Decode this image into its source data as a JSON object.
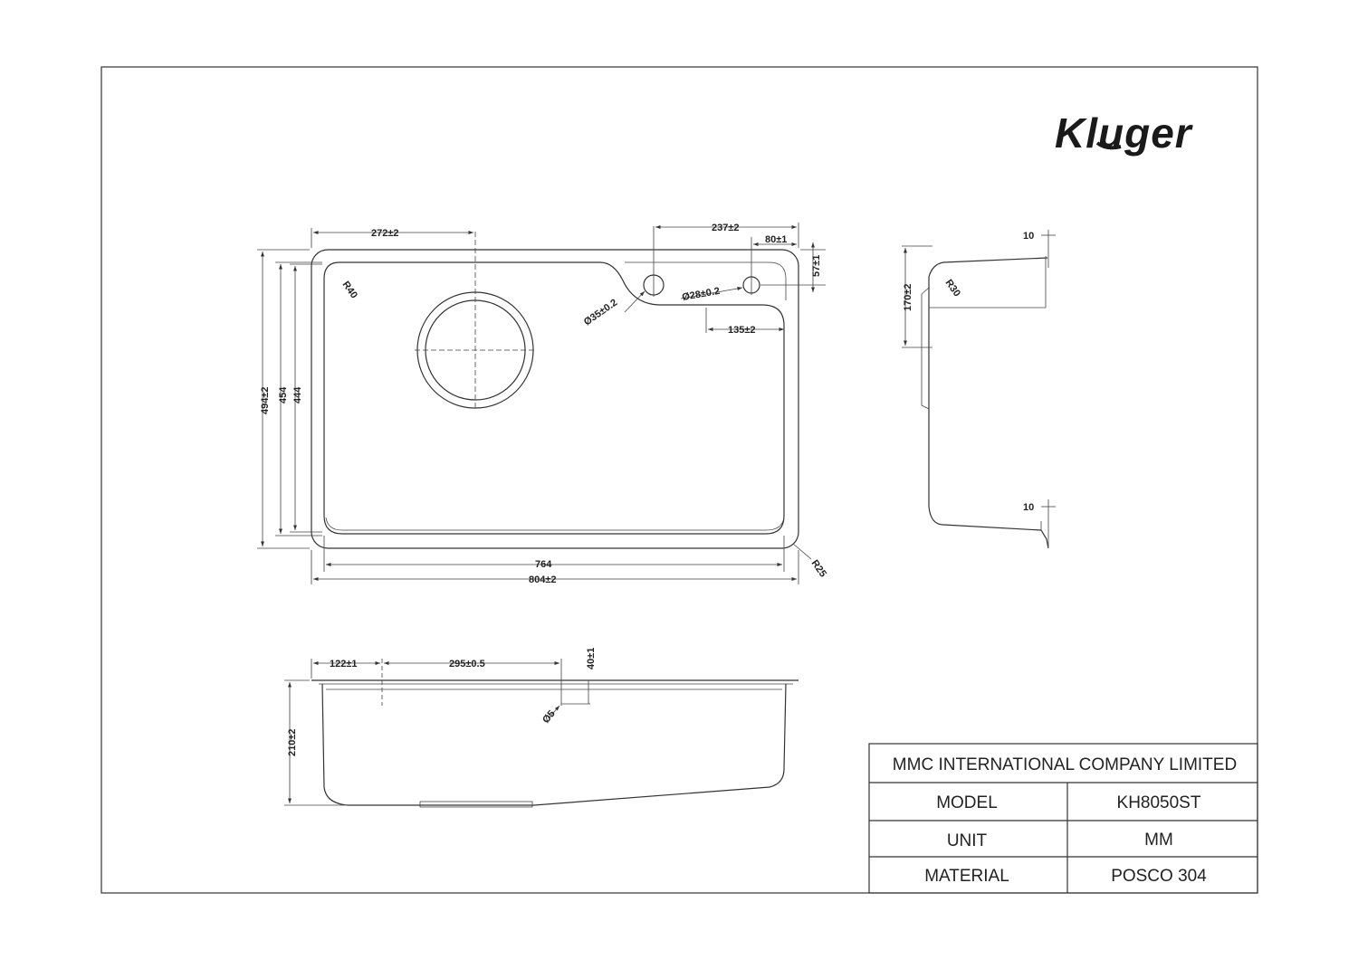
{
  "brand": {
    "name": "Kluger"
  },
  "top_view": {
    "dims": {
      "d272": "272±2",
      "d237": "237±2",
      "d80": "80±1",
      "d57": "57±1",
      "r40": "R40",
      "d35": "Ø35±0.2",
      "d28": "Ø28±0.2",
      "d135": "135±2",
      "d494": "494±2",
      "d454": "454",
      "d444": "444",
      "d764": "764",
      "d804": "804±2",
      "r25": "R25"
    }
  },
  "side_view": {
    "dims": {
      "d10_top": "10",
      "d170": "170±2",
      "r30": "R30",
      "d10_bottom": "10"
    }
  },
  "front_view": {
    "dims": {
      "d122": "122±1",
      "d295": "295±0.5",
      "d40": "40±1",
      "d5": "Ø5",
      "d210": "210±2"
    }
  },
  "title_block": {
    "company": "MMC INTERNATIONAL COMPANY LIMITED",
    "rows": [
      {
        "label": "MODEL",
        "value": "KH8050ST"
      },
      {
        "label": "UNIT",
        "value": "MM"
      },
      {
        "label": "MATERIAL",
        "value": "POSCO 304"
      }
    ]
  }
}
